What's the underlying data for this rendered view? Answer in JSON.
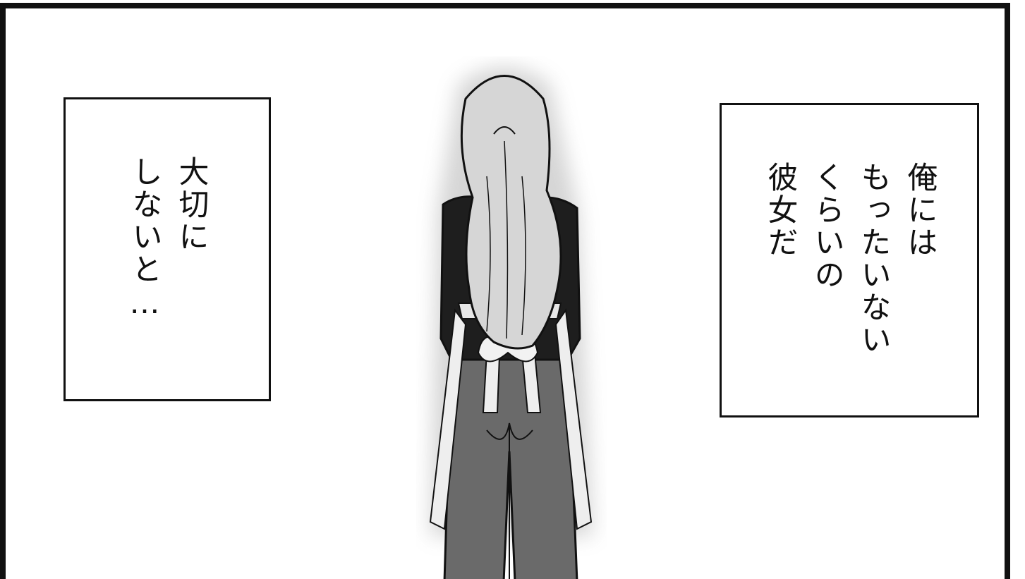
{
  "panel": {
    "left_caption": {
      "lines": [
        "大切に",
        "しないと…"
      ]
    },
    "right_caption": {
      "lines": [
        "俺には",
        "もったいない",
        "くらいの",
        "彼女だ"
      ]
    },
    "figure": {
      "icon": "woman-back-view-illustration"
    },
    "colors": {
      "ink": "#111111",
      "paper": "#ffffff",
      "hair": "#d6d6d6",
      "pants": "#6a6a6a",
      "sweater": "#1e1e1e"
    }
  }
}
